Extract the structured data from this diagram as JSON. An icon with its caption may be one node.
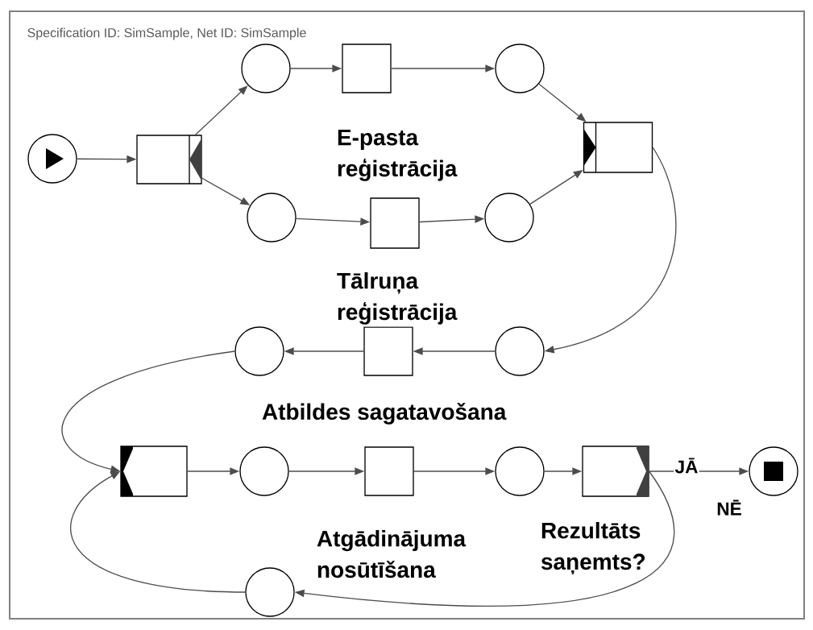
{
  "diagram": {
    "title": "Specification ID: SimSample, Net ID:  SimSample",
    "nodes": [
      {
        "text": [],
        "shape": "circle"
      },
      {
        "text": [],
        "shape": "box"
      },
      {
        "text": [],
        "shape": "circle"
      },
      {
        "text": [],
        "shape": "box"
      },
      {
        "text": [],
        "shape": "circle"
      },
      {
        "text": [],
        "shape": "box"
      },
      {
        "text": [],
        "shape": "circle"
      },
      {
        "text": [],
        "shape": "box"
      },
      {
        "text": [],
        "shape": "circle"
      },
      {
        "text": [],
        "shape": "circle"
      },
      {
        "text": [],
        "shape": "box",
        "beside": [
          "Atbildes sagatavošana"
        ]
      },
      {
        "text": [],
        "shape": "circle"
      },
      {
        "text": [],
        "shape": "box"
      },
      {
        "text": [],
        "shape": "circle"
      },
      {
        "text": [],
        "shape": "box",
        "beside": [
          "Atgādinājuma nosūtīšana"
        ]
      },
      {
        "text": [],
        "shape": "circle"
      },
      {
        "text": [],
        "shape": "box",
        "beside": [
          "Rezultāts saņemts?"
        ]
      },
      {
        "text": [],
        "shape": "circle"
      },
      {
        "text": [],
        "shape": "circle"
      }
    ],
    "edges": [
      {
        "from": 0,
        "to": 1,
        "arrow": "to"
      },
      {
        "from": 1,
        "to": 2,
        "arrow": "to"
      },
      {
        "from": 1,
        "to": 6,
        "arrow": "to"
      },
      {
        "from": 2,
        "to": 3,
        "arrow": "to"
      },
      {
        "from": 3,
        "to": 4,
        "arrow": "to"
      },
      {
        "from": 4,
        "to": 5,
        "arrow": "to"
      },
      {
        "from": 6,
        "to": 7,
        "arrow": "to"
      },
      {
        "from": 7,
        "to": 8,
        "arrow": "to"
      },
      {
        "from": 8,
        "to": 5,
        "arrow": "to"
      },
      {
        "from": 5,
        "to": 11,
        "arrow": "to"
      },
      {
        "from": 11,
        "to": 10,
        "arrow": "to"
      },
      {
        "from": 10,
        "to": 9,
        "arrow": "to"
      },
      {
        "from": 9,
        "to": 12,
        "arrow": "to"
      },
      {
        "from": 12,
        "to": 13,
        "arrow": "to"
      },
      {
        "from": 13,
        "to": 14,
        "arrow": "to"
      },
      {
        "from": 14,
        "to": 15,
        "arrow": "to"
      },
      {
        "from": 15,
        "to": 16,
        "arrow": "to"
      },
      {
        "from": 16,
        "to": 17,
        "arrow": "to",
        "label": "JĀ"
      },
      {
        "from": 16,
        "to": 18,
        "arrow": "to",
        "label": "NĒ"
      },
      {
        "from": 18,
        "to": 12,
        "arrow": "to"
      }
    ],
    "labels": [
      "E-pasta reģistrācija",
      "Tālruņa reģistrācija"
    ]
  }
}
